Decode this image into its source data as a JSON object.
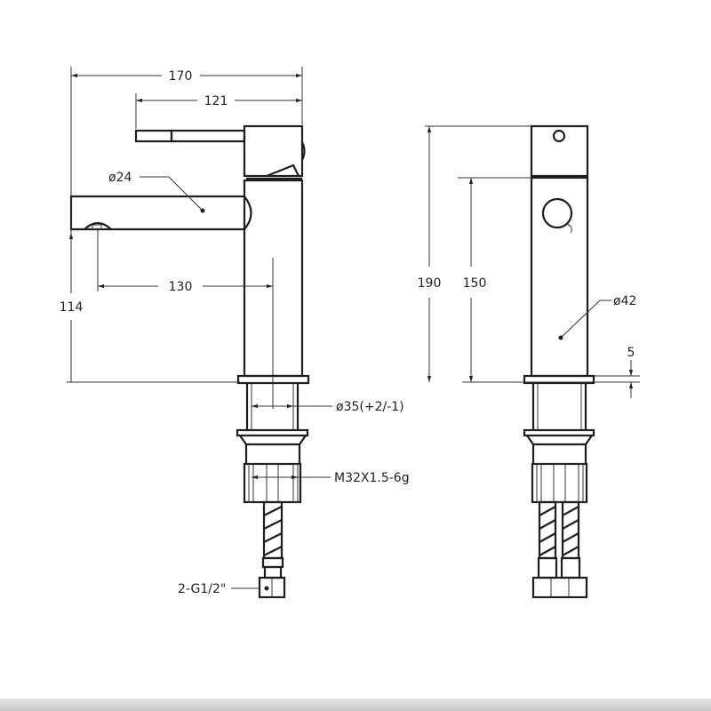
{
  "dimensions": {
    "overall_length": "170",
    "handle_reach": "121",
    "spout_diameter": "ø24",
    "spout_reach": "130",
    "spout_height": "114",
    "total_height": "190",
    "body_height": "150",
    "body_diameter": "ø42",
    "base_thickness": "5",
    "hole_diameter": "ø35(+2/-1)",
    "thread": "M32X1.5-6g",
    "hose_connection": "2-G1/2\""
  },
  "colors": {
    "line": "#1e1e1e",
    "footer": "#d0d0d0"
  }
}
